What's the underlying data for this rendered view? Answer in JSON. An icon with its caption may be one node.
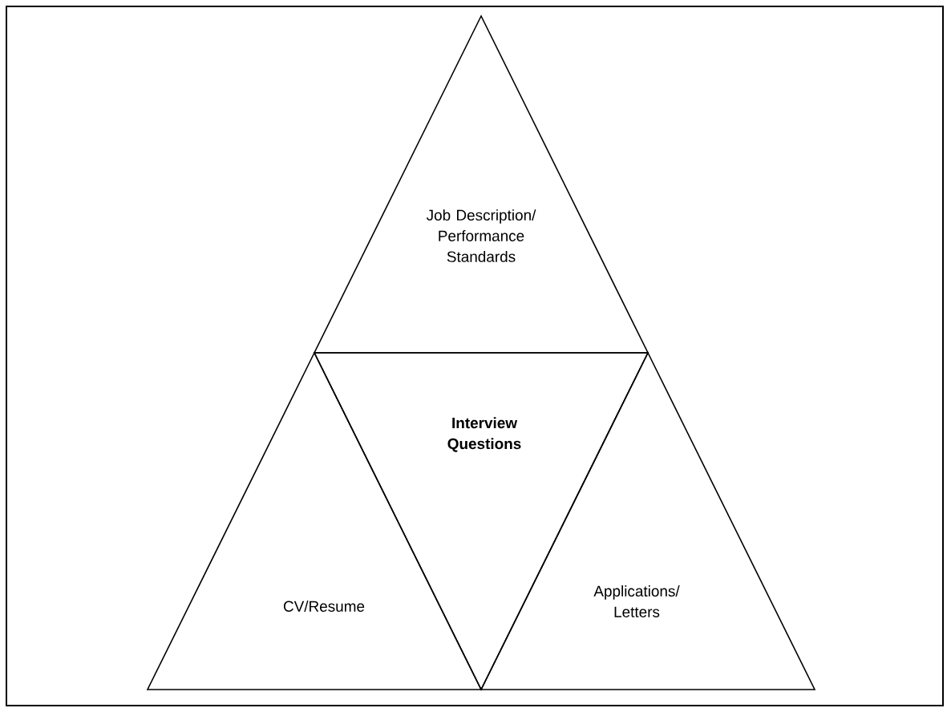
{
  "diagram": {
    "nodes": [
      {
        "text": [
          "Job Description/ Performance Standards"
        ]
      },
      {
        "text": [
          "Interview Questions"
        ]
      },
      {
        "text": [
          "CV/Resume"
        ]
      },
      {
        "text": [
          "Applications/ Letters"
        ]
      }
    ]
  }
}
